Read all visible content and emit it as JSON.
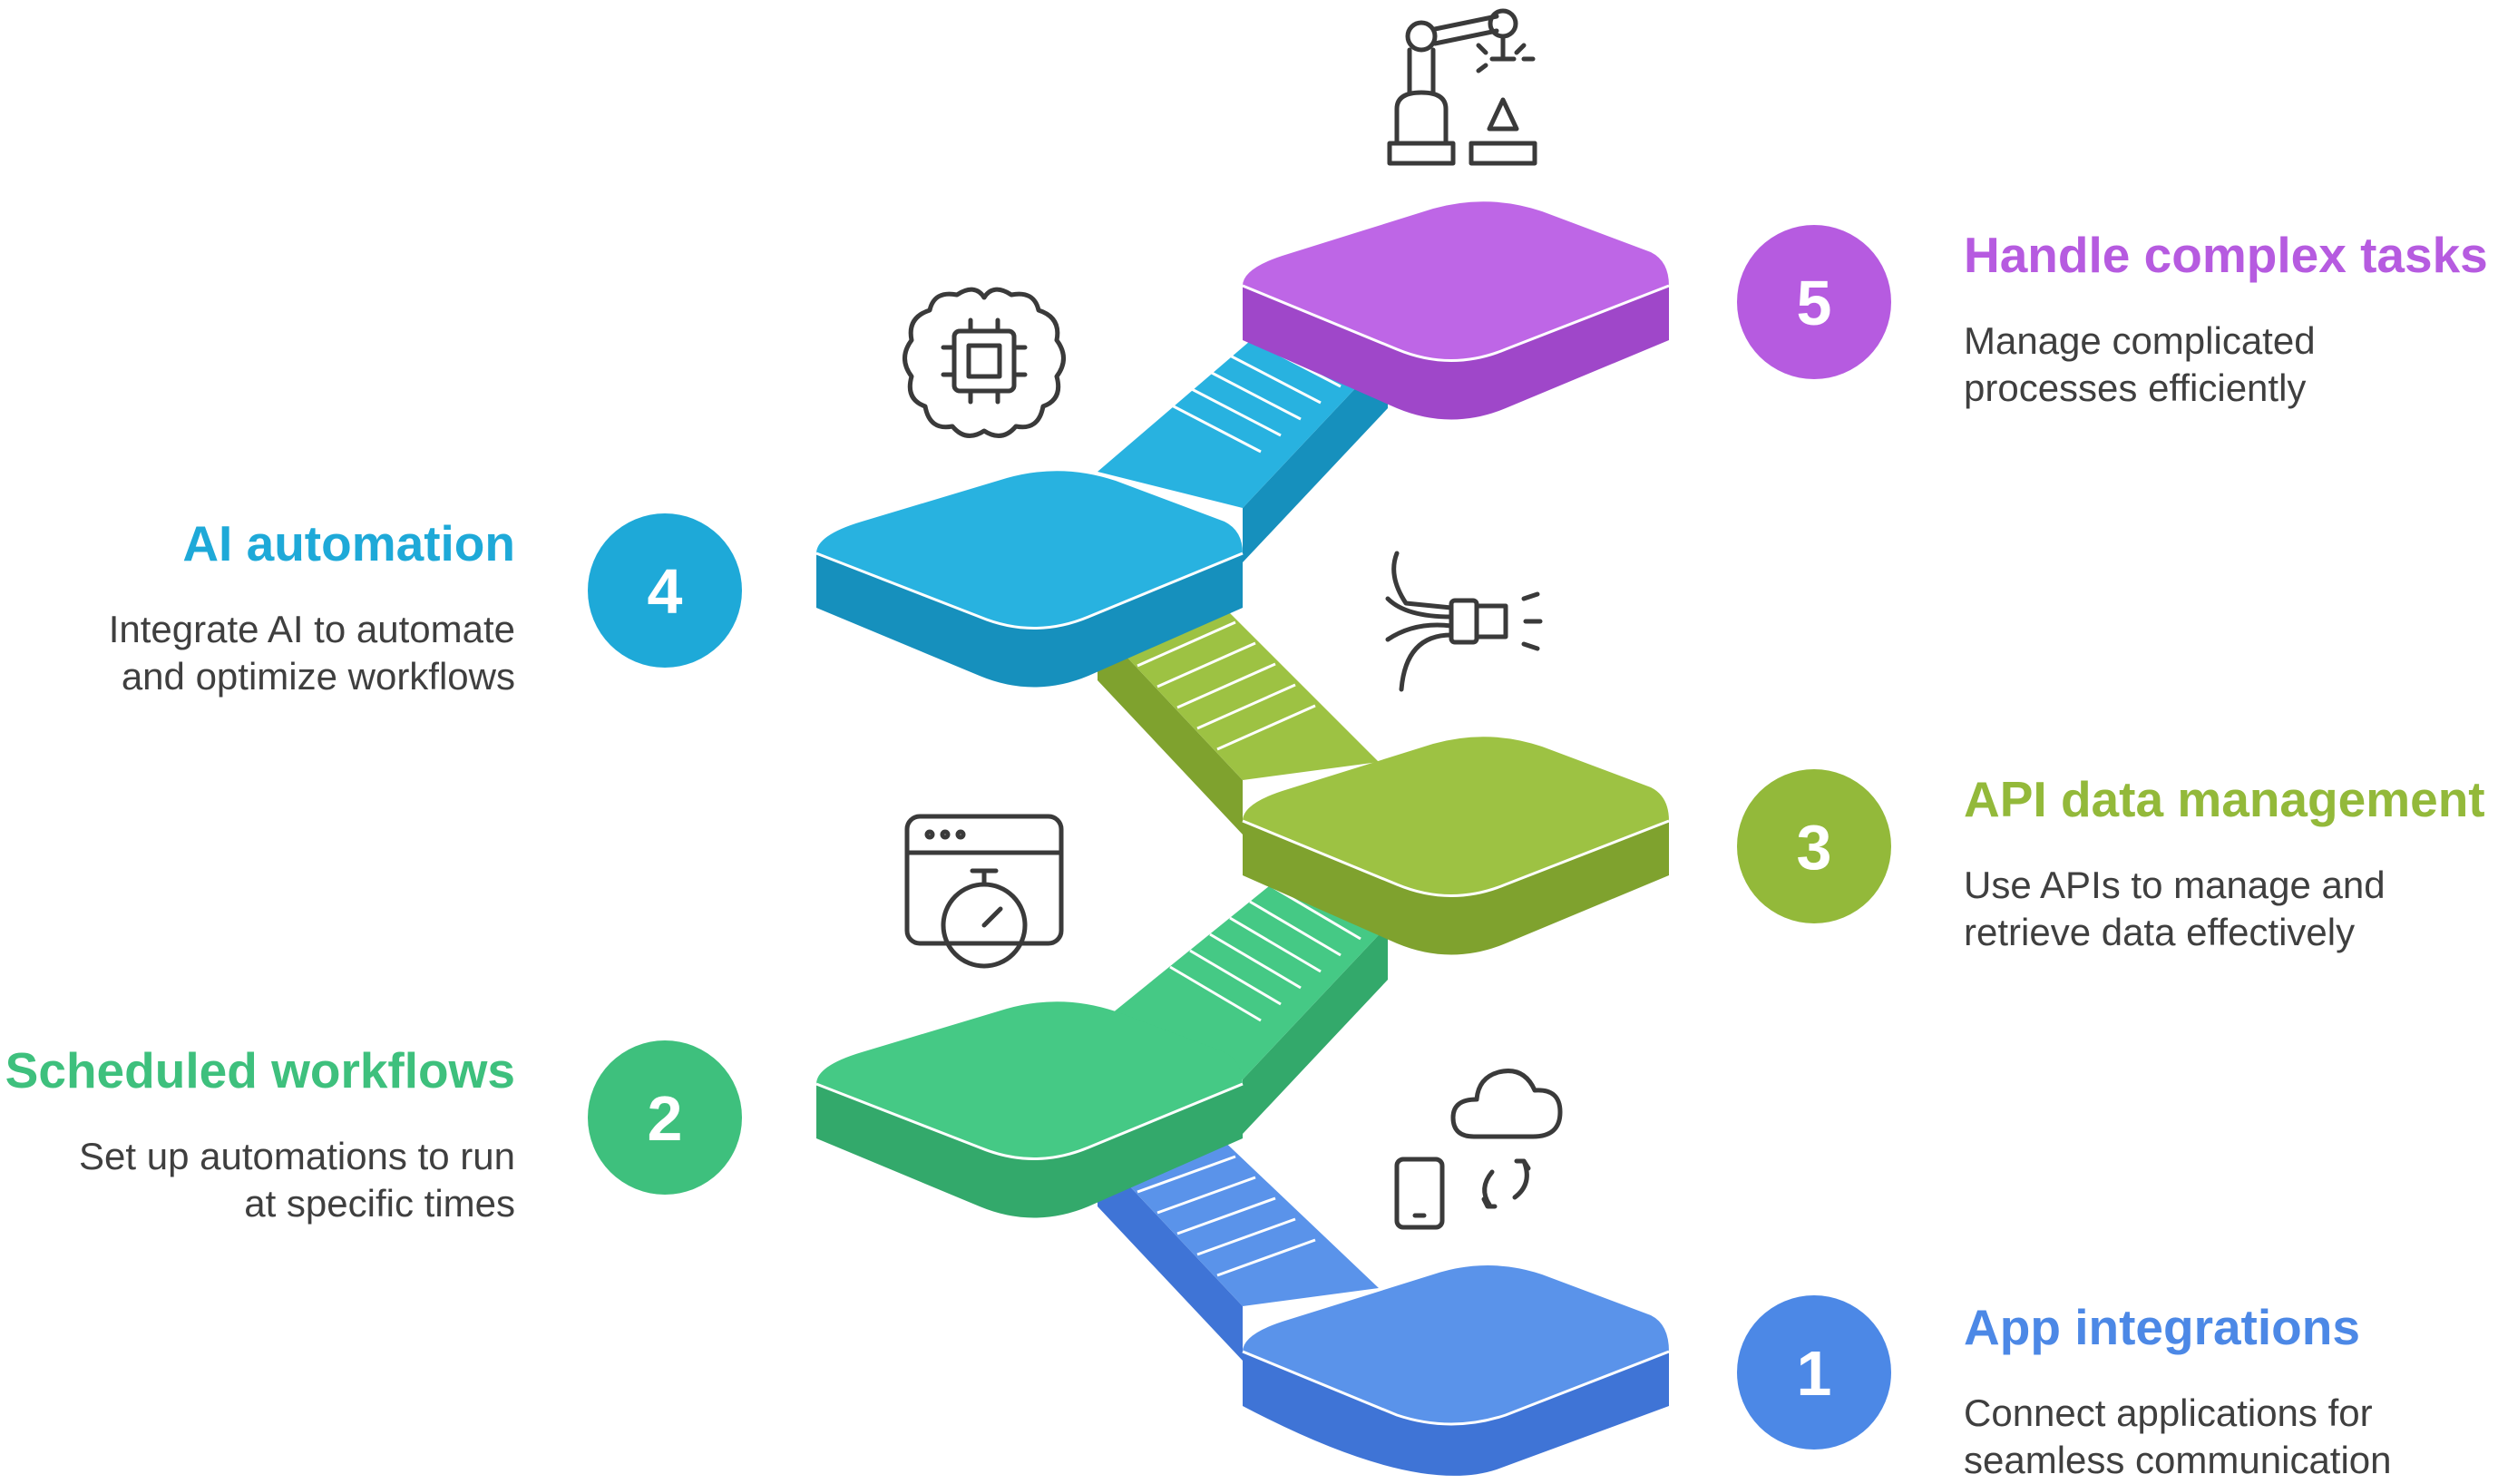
{
  "steps": [
    {
      "number": "1",
      "title": "App integrations",
      "desc_line1": "Connect applications for",
      "desc_line2": "seamless communication",
      "color": "#4c88e6",
      "color_top": "#5a93ea",
      "color_side": "#3f74d6",
      "icon": "cloud-phone-sync-icon"
    },
    {
      "number": "2",
      "title": "Scheduled workflows",
      "desc_line1": "Set up automations to run",
      "desc_line2": "at specific times",
      "color": "#3ec07d",
      "color_top": "#45c985",
      "color_side": "#33a96b",
      "icon": "browser-stopwatch-icon"
    },
    {
      "number": "3",
      "title": "API data management",
      "desc_line1": "Use APIs to manage and",
      "desc_line2": "retrieve data effectively",
      "color": "#93b93a",
      "color_top": "#9dc243",
      "color_side": "#7fa22e",
      "icon": "cable-plug-icon"
    },
    {
      "number": "4",
      "title": "AI automation",
      "desc_line1": "Integrate AI to automate",
      "desc_line2": "and optimize workflows",
      "color": "#1ea9d8",
      "color_top": "#28b2e0",
      "color_side": "#1690bd",
      "icon": "brain-chip-icon"
    },
    {
      "number": "5",
      "title": "Handle complex tasks",
      "desc_line1": "Manage complicated",
      "desc_line2": "processes efficiently",
      "color": "#b65be0",
      "color_top": "#be66e6",
      "color_side": "#9f47c9",
      "icon": "robot-arm-icon"
    }
  ]
}
